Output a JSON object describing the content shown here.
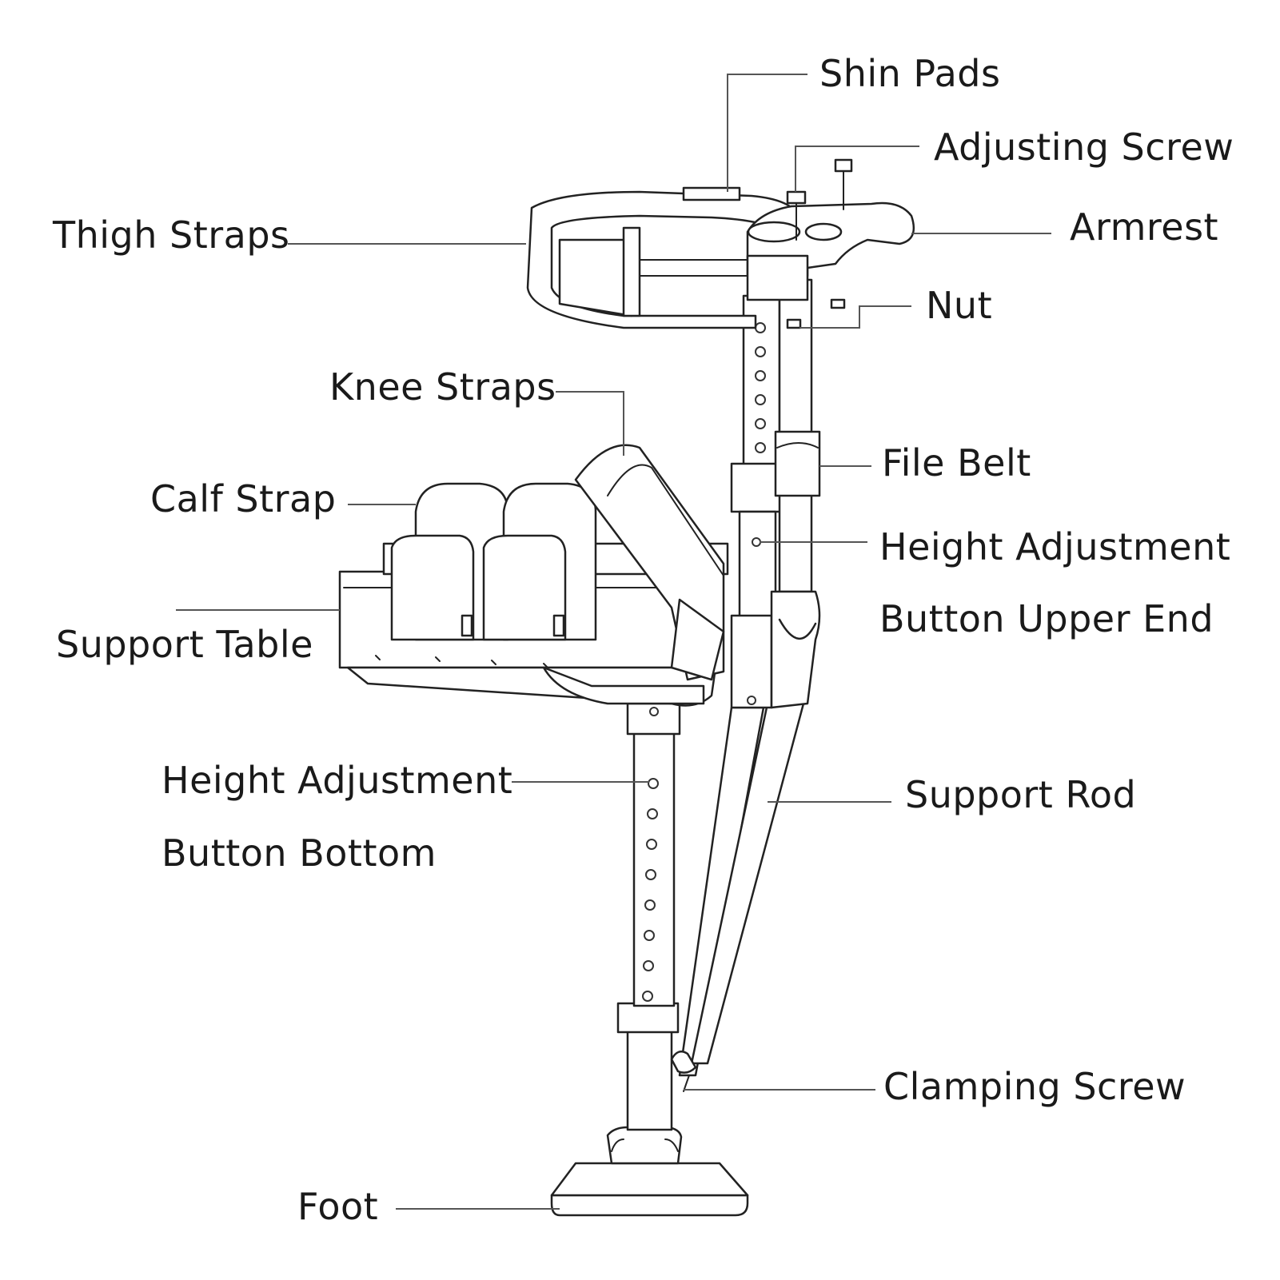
{
  "labels": {
    "shin_pads": "Shin Pads",
    "adjusting_screw": "Adjusting Screw",
    "armrest": "Armrest",
    "thigh_straps": "Thigh Straps",
    "nut": "Nut",
    "knee_straps": "Knee Straps",
    "file_belt": "File Belt",
    "calf_strap": "Calf Strap",
    "height_upper_line1": "Height Adjustment",
    "height_upper_line2": "Button Upper End",
    "support_table": "Support Table",
    "height_bottom_line1": "Height Adjustment",
    "height_bottom_line2": "Button Bottom",
    "support_rod": "Support Rod",
    "clamping_screw": "Clamping Screw",
    "foot": "Foot"
  }
}
